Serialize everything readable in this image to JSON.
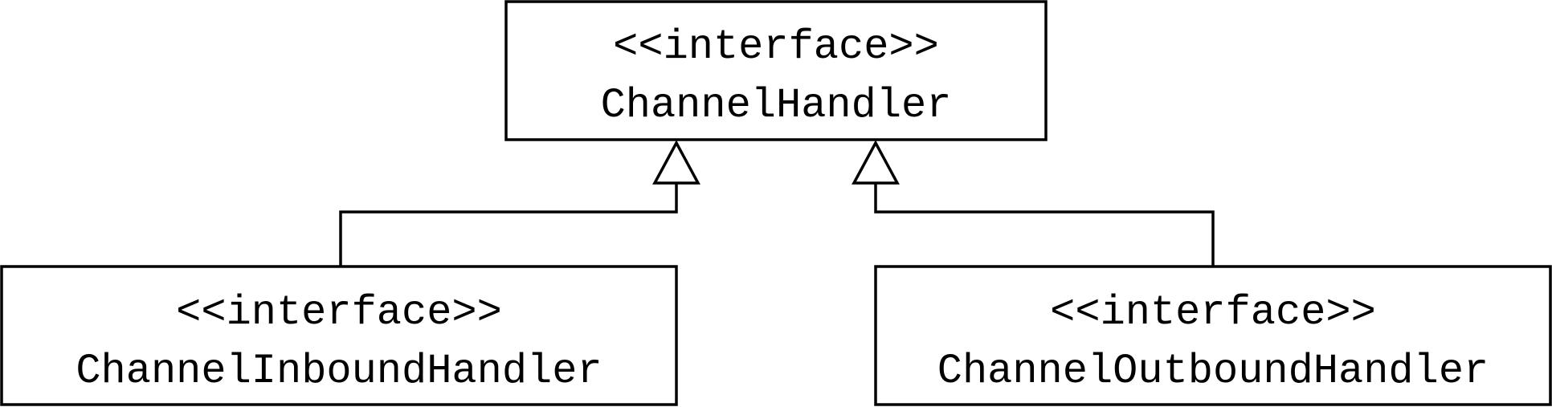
{
  "diagram": {
    "type": "uml-class-hierarchy",
    "nodes": {
      "parent": {
        "stereotype": "<<interface>>",
        "name": "ChannelHandler"
      },
      "inbound": {
        "stereotype": "<<interface>>",
        "name": "ChannelInboundHandler"
      },
      "outbound": {
        "stereotype": "<<interface>>",
        "name": "ChannelOutboundHandler"
      }
    },
    "edges": [
      {
        "from": "inbound",
        "to": "parent",
        "relation": "generalization"
      },
      {
        "from": "outbound",
        "to": "parent",
        "relation": "generalization"
      }
    ]
  }
}
